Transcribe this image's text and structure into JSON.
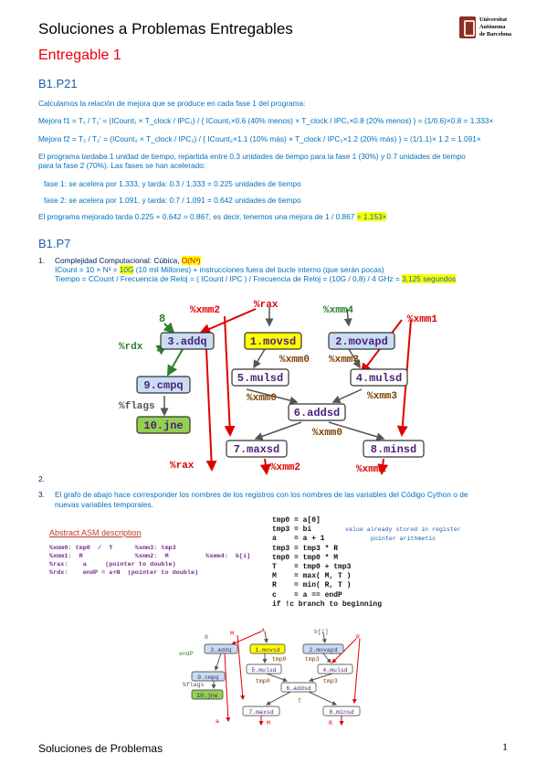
{
  "header": {
    "title": "Soluciones a Problemas Entregables",
    "subtitle": "Entregable 1",
    "logo_lines": [
      "Universitat",
      "Autònoma",
      "de Barcelona"
    ]
  },
  "b1p21": {
    "heading": "B1.P21",
    "intro": "Calculamos la relación de mejora que se produce en cada fase 1 del programa:",
    "formula1": "Mejora f1 = T₁ / T₁' = (ICount₁ × T_clock / IPC₁) / { ICount₁×0.6 (40% menos) × T_clock / IPC₁×0.8 (20% menos) } = (1/0.6)×0.8 = 1.333×",
    "formula2": "Mejora f2 = T₂ / T₂' = (ICount₂ × T_clock / IPC₂) / { ICount₂×1.1 (10% más) × T_clock / IPC₂×1.2 (20% más) } = (1/1.1)× 1.2 = 1.091×",
    "para1": "El programa tardaba 1 unidad de tiempo, repartida entre 0.3 unidades de tiempo para la fase 1 (30%) y 0.7 unidades de tiempo",
    "para1b": "para la fase 2 (70%). Las fases se han acelerado:",
    "fase1": "fase 1: se acelera por 1.333, y tarda: 0.3 / 1.333 = 0.225 unidades de tiempo",
    "fase2": "fase 2: se acelera por 1.091, y tarda: 0.7 / 1.091 = 0.642 unidades de tiempo",
    "conclusion_pre": "El programa mejorado tarda 0.225 + 0.642 = 0.867, es decir, tenemos una mejora de 1 / 0.867 ",
    "conclusion_hl": "= 1.153×"
  },
  "b1p7": {
    "heading": "B1.P7",
    "item1_num": "1.",
    "item1_pre": "Complejidad Computacional: Cúbica, ",
    "item1_o": "O(N³)",
    "icount_pre": "ICount = 10 × N³ = ",
    "icount_hl": "10G",
    "icount_post": " (10 mil Millones) + instrucciones fuera del bucle interno (que serán pocas)",
    "tiempo_pre": "Tiempo = CCount / Frecuencia de Reloj = ( ICount / IPC ) / Frecuencia de Reloj = (10G / 0,8) / 4 GHz = ",
    "tiempo_hl": "3,125 segundos",
    "item2_num": "2.",
    "item3_num": "3.",
    "item3_text": "El grafo de abajo hace corresponder los nombres de los registros con los nombres de las variables del Código Cython o de",
    "item3_text2": "nuevas variables temporales."
  },
  "graph1": {
    "nodes": [
      "3.addq",
      "1.movsd",
      "2.movapd",
      "9.cmpq",
      "5.mulsd",
      "4.mulsd",
      "6.addsd",
      "10.jne",
      "7.maxsd",
      "8.minsd"
    ],
    "labels": [
      "8",
      "%xmm2",
      "%rax",
      "%xmm4",
      "%xmm1",
      "%rdx",
      "%xmm0",
      "%xmm3",
      "%flags",
      "%xmm0",
      "%xmm3",
      "%xmm0",
      "%rax",
      "%xmm2",
      "%xmm1"
    ]
  },
  "abstract": {
    "title": "Abstract ASM description",
    "rows": [
      "%xmm0: tmp0  /  T      %xmm3: tmp3",
      "%xmm1:  R              %xmm2:  M          %xmm4:  b[i]",
      "%rax:    a     (pointer to double)",
      "%rdx:    endP = a+N  (pointer to double)"
    ]
  },
  "code": {
    "lines": [
      "tmp0 = a[0]",
      "tmp3 = bi",
      "a    = a + 1",
      "tmp3 = tmp3 * R",
      "tmp0 = tmp0 * M",
      "T    = tmp0 + tmp3",
      "M    = max( M, T )",
      "R    = min( R, T )",
      "c    = a == endP",
      "if !c branch to beginning"
    ],
    "comment1": "value already stored in register",
    "comment2": "pointer arithmetic"
  },
  "graph2": {
    "nodes": [
      "3.addq",
      "1.movsd",
      "2.movapd",
      "9.cmpq",
      "5.mulsd",
      "4.mulsd",
      "6.addsd",
      "10.jne",
      "7.maxsd",
      "8.minsd"
    ],
    "labels": [
      "8",
      "M",
      "a",
      "b[i]",
      "R",
      "endP",
      "tmp0",
      "tmp3",
      "%flags",
      "tmp0",
      "tmp3",
      "T",
      "a",
      "M",
      "R"
    ]
  },
  "footer": {
    "text": "Soluciones de Problemas",
    "page": "1"
  }
}
